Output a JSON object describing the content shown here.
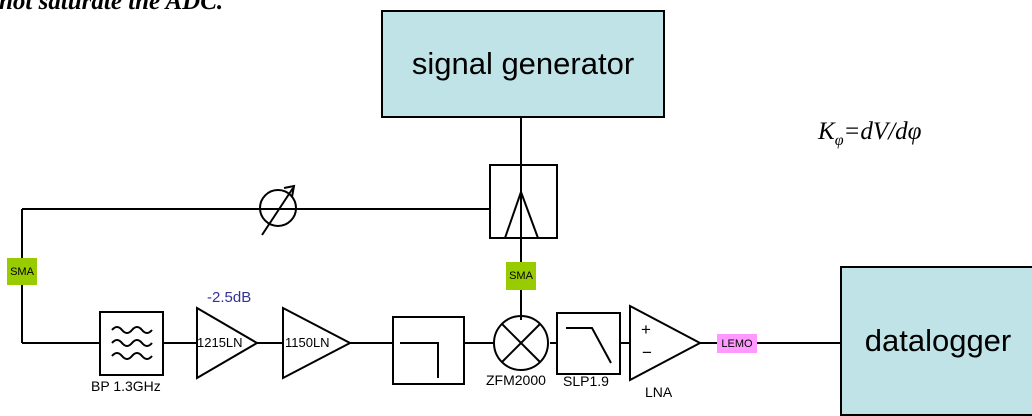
{
  "header_text": "not saturate the ADC.",
  "blocks": {
    "signal_generator": "signal generator",
    "datalogger": "datalogger"
  },
  "formula": {
    "K": "K",
    "sub": "φ",
    "rest": "=dV/dφ"
  },
  "connectors": {
    "sma_left": "SMA",
    "sma_center": "SMA",
    "lemo": "LEMO"
  },
  "components": {
    "bandpass": "BP 1.3GHz",
    "amp1": "1215LN",
    "amp1_gain": "-2.5dB",
    "amp2": "1150LN",
    "mixer": "ZFM2000",
    "lowpass": "SLP1.9",
    "lna": "LNA",
    "lna_plus": "+",
    "lna_minus": "−"
  },
  "colors": {
    "block_fill": "#bfe3e6",
    "sma_fill": "#99cc00",
    "lemo_fill": "#ff99ff",
    "gain_text": "#333399"
  }
}
